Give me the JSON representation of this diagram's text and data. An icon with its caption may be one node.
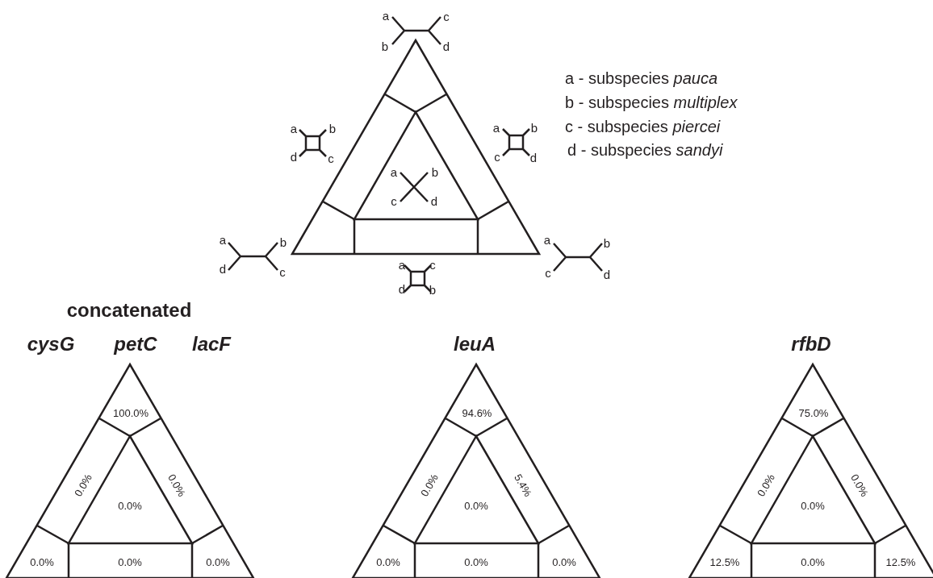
{
  "diagram": {
    "labels": [
      "a",
      "c",
      "b",
      "d",
      "a - subspecies *pauca*",
      "b - subspecies *multiplex*",
      "c - subspecies *piercei*",
      "d - subspecies *sandyi*",
      "a",
      "b",
      "d",
      "c",
      "a",
      "b",
      "c",
      "d",
      "a",
      "b",
      "c",
      "d",
      "a",
      "b",
      "d",
      "c",
      "a",
      "b",
      "c",
      "d",
      "a",
      "c",
      "d",
      "b",
      "concatenated",
      "cysG",
      "petC",
      "lacF",
      "leuA",
      "rfbD",
      "100.0%",
      "0.0%",
      "0.0%",
      "0.0%",
      "0.0%",
      "0.0%",
      "0.0%",
      "94.6%",
      "0.0%",
      "5.4%",
      "0.0%",
      "0.0%",
      "0.0%",
      "0.0%",
      "75.0%",
      "0.0%",
      "0.0%",
      "0.0%",
      "12.5%",
      "0.0%",
      "12.5%"
    ]
  }
}
